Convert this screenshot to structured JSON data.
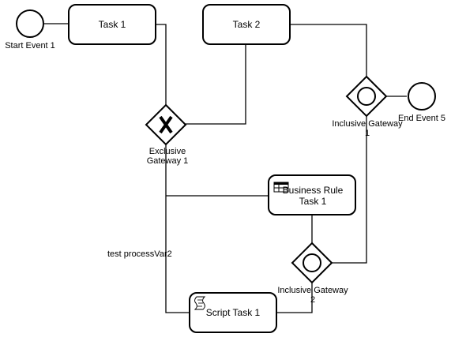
{
  "diagram": {
    "start_event": {
      "label": "Start Event 1"
    },
    "end_event": {
      "label": "End Event 5"
    },
    "task_1": {
      "label": "Task 1"
    },
    "task_2": {
      "label": "Task 2"
    },
    "business_rule_task": {
      "label_line1": "Business Rule",
      "label_line2": "Task 1"
    },
    "script_task": {
      "label": "Script Task 1"
    },
    "exclusive_gateway": {
      "label_line1": "Exclusive",
      "label_line2": "Gateway 1"
    },
    "inclusive_gateway_1": {
      "label_line1": "Inclusive Gateway",
      "label_line2": "1"
    },
    "inclusive_gateway_2": {
      "label_line1": "Inclusive Gateway",
      "label_line2": "2"
    },
    "condition_label": "test processVar2"
  }
}
